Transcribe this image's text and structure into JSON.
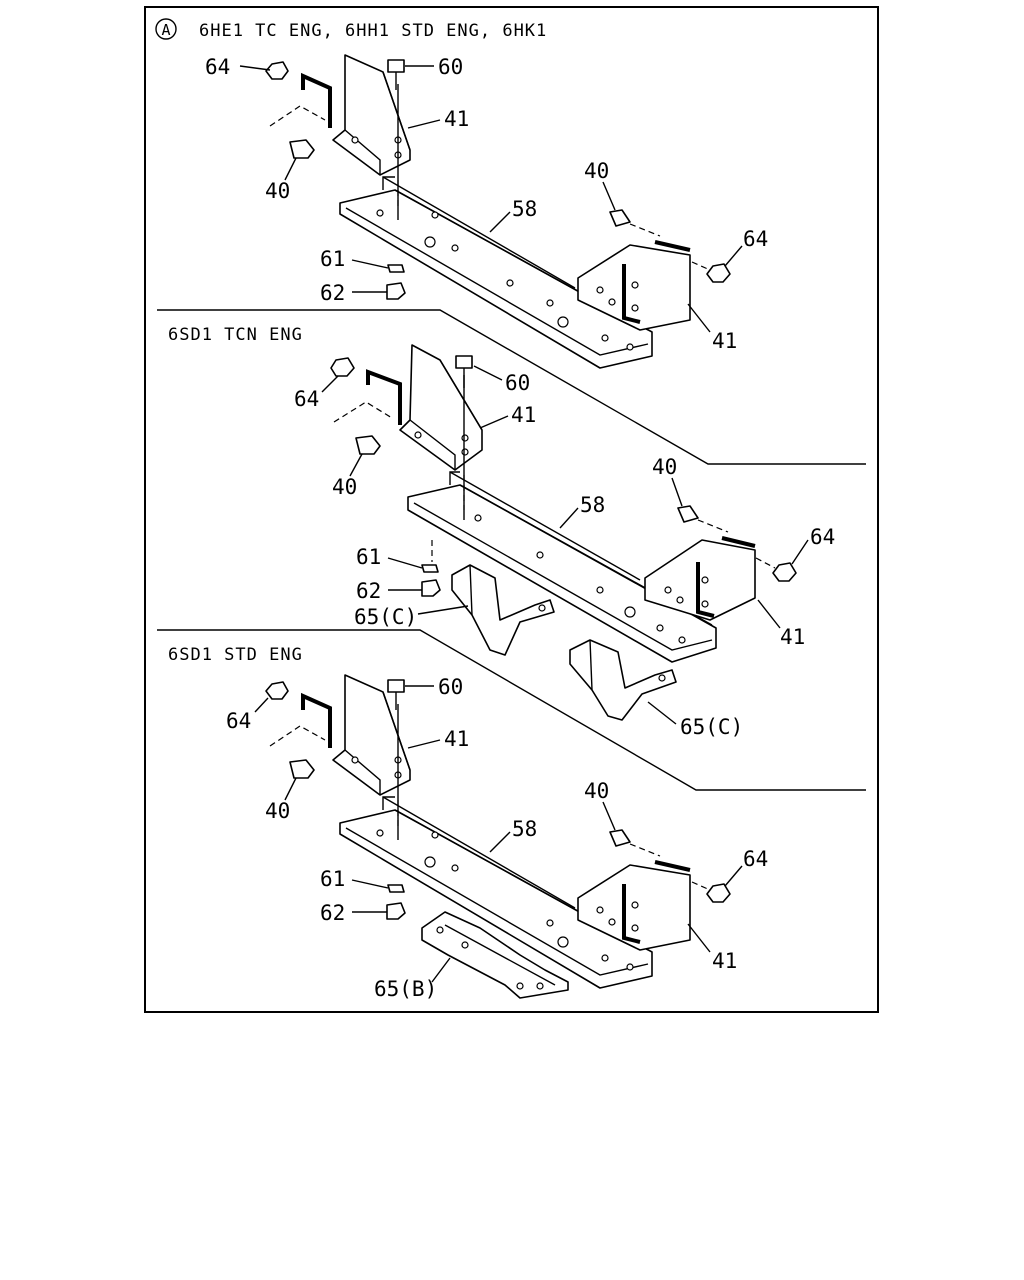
{
  "panels": [
    {
      "header": "6HE1 TC ENG, 6HH1 STD ENG, 6HK1",
      "marker": "A",
      "callouts": [
        "64",
        "60",
        "41",
        "40",
        "58",
        "40",
        "64",
        "61",
        "62",
        "41"
      ]
    },
    {
      "header": "6SD1 TCN ENG",
      "callouts": [
        "64",
        "60",
        "41",
        "40",
        "58",
        "40",
        "64",
        "61",
        "62",
        "65(C)",
        "41",
        "65(C)"
      ]
    },
    {
      "header": "6SD1 STD ENG",
      "callouts": [
        "64",
        "60",
        "41",
        "40",
        "58",
        "40",
        "64",
        "61",
        "62",
        "41",
        "65(B)"
      ]
    }
  ]
}
